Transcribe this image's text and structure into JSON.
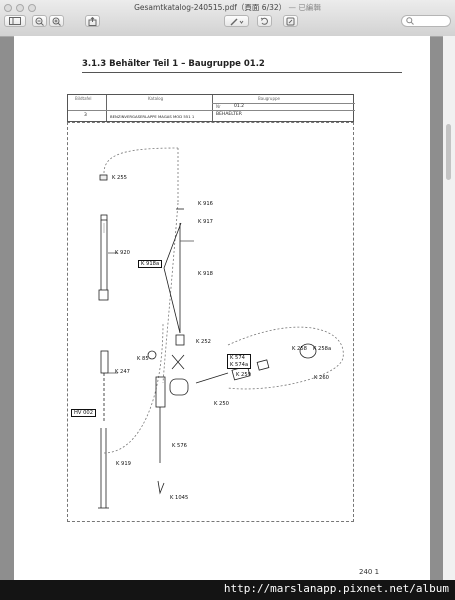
{
  "window": {
    "title": "Gesamtkatalog-240515.pdf（頁面 6/32）",
    "subtitle": "— 已編輯"
  },
  "toolbar": {
    "sidebar_icon": "sidebar-icon",
    "zoom_out": "zoom-out-icon",
    "zoom_in": "zoom-in-icon",
    "share": "share-icon",
    "annotate": "pen-icon",
    "rotate": "rotate-icon",
    "markup": "markup-toolbox-icon"
  },
  "document": {
    "heading": "3.1.3  Behälter Teil 1 – Baugruppe 01.2",
    "table": {
      "col1_caption": "Bildtafel",
      "col2_caption": "Katalog",
      "col3_caption": "Baugruppe",
      "col3_nr": "Nr",
      "page_no": "3",
      "catalog_text": "BENZINVERGASERLAPPE MAGAS MOD 551 1",
      "group_no": "01.2",
      "group_name": "BEHAELTER"
    },
    "labels": {
      "k255": "K 255",
      "k916": "K 916",
      "k917": "K 917",
      "k920": "K 920",
      "k918a": "K 918a",
      "k918": "K 918",
      "k252": "K 252",
      "k85": "K 85",
      "k574": "K 574",
      "k574a": "K 574a",
      "k258": "K 258",
      "k258a": "K 258a",
      "k247": "K 247",
      "k259": "K 259",
      "k260": "K 260",
      "k250": "K 250",
      "hv002": "HV 002",
      "k576": "K 576",
      "k919": "K 919",
      "k1045": "K 1045"
    },
    "page_number": "240 1"
  },
  "watermark": "http://marslanapp.pixnet.net/album"
}
